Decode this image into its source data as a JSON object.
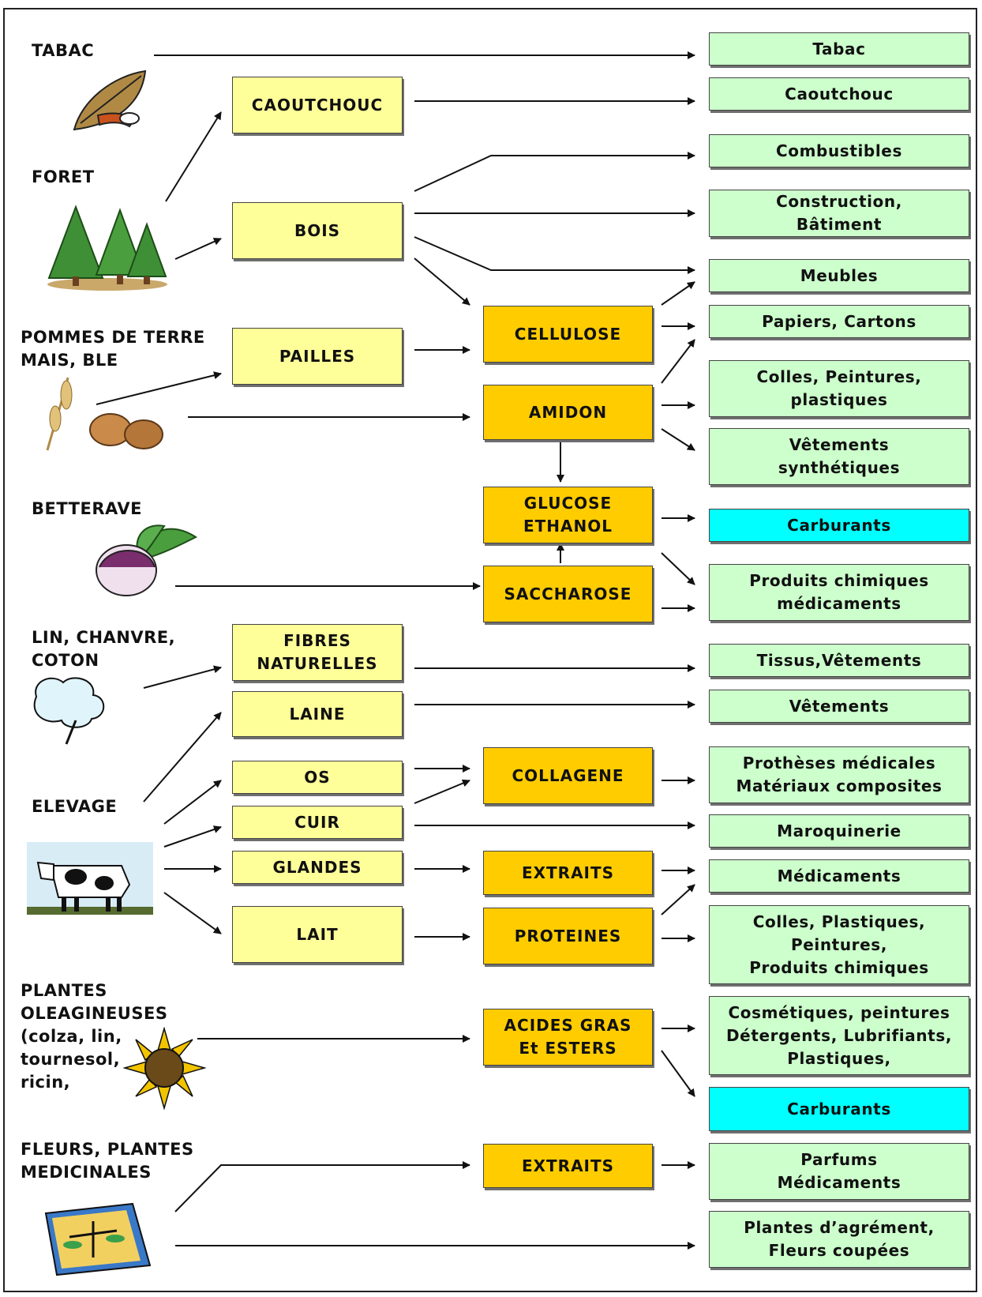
{
  "sources": {
    "tabac": "TABAC",
    "foret": "FORET",
    "pommes": "POMMES DE TERRE\nMAIS, BLE",
    "betterave": "BETTERAVE",
    "lin": "LIN, CHANVRE,\n     COTON",
    "elevage": "ELEVAGE",
    "plantes_oleagineuses": "PLANTES\nOLEAGINEUSES\n(colza, lin,\ntournesol,\nricin,",
    "fleurs": "FLEURS, PLANTES\nMEDICINALES"
  },
  "raw_materials": {
    "caoutchouc": "CAOUTCHOUC",
    "bois": "BOIS",
    "pailles": "PAILLES",
    "fibres": "FIBRES\nNATURELLES",
    "laine": "LAINE",
    "os": "OS",
    "cuir": "CUIR",
    "glandes": "GLANDES",
    "lait": "LAIT"
  },
  "intermediates": {
    "cellulose": "CELLULOSE",
    "amidon": "AMIDON",
    "glucose": "GLUCOSE\nETHANOL",
    "saccharose": "SACCHAROSE",
    "collagene": "COLLAGENE",
    "extraits1": "EXTRAITS",
    "proteines": "PROTEINES",
    "acides": "ACIDES GRAS\nEt ESTERS",
    "extraits2": "EXTRAITS"
  },
  "products": {
    "tabac": "Tabac",
    "caoutchouc": "Caoutchouc",
    "combustibles": "Combustibles",
    "construction": "Construction,\nBâtiment",
    "meubles": "Meubles",
    "papiers": "Papiers, Cartons",
    "colles1": "Colles, Peintures,\nplastiques",
    "vetements_synth": "Vêtements\nsynthétiques",
    "carburants1": "Carburants",
    "produits_chimiques": "Produits chimiques\nmédicaments",
    "tissus": "Tissus,Vêtements",
    "vetements": "Vêtements",
    "protheses": "Prothèses médicales\nMatériaux composites",
    "maroquinerie": "Maroquinerie",
    "medicaments": "Médicaments",
    "colles2": "Colles, Plastiques,\nPeintures,\nProduits chimiques",
    "cosmetiques": "Cosmétiques, peintures\nDétergents, Lubrifiants,\nPlastiques,",
    "carburants2": "Carburants",
    "parfums": "Parfums\nMédicaments",
    "plantes_agrement": "Plantes d’agrément,\nFleurs coupées"
  },
  "colors": {
    "raw_material": "#ffff99",
    "intermediate": "#ffcc00",
    "product": "#ccffcc",
    "fuel_product": "#00ffff"
  }
}
